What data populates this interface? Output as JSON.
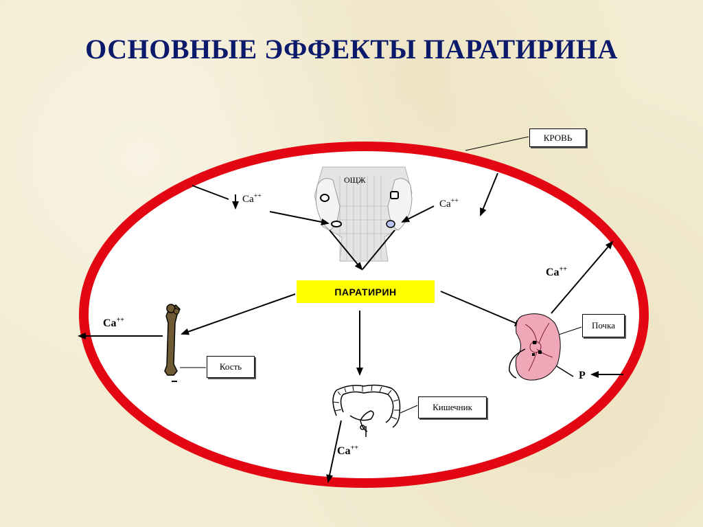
{
  "title": "ОСНОВНЫЕ ЭФФЕКТЫ ПАРАТИРИНА",
  "labels": {
    "blood": "КРОВЬ",
    "gland": "ОЩЖ",
    "hormone": "ПАРАТИРИН",
    "bone": "Кость",
    "kidney": "Почка",
    "intestine": "Кишечник",
    "ca": "Ca",
    "ca_sup": "++",
    "phosphate": "P"
  },
  "colors": {
    "title": "#0c1a6b",
    "vessel": "#e30613",
    "hormone_bg": "#ffff00",
    "kidney": "#f0a8b8",
    "background": "#f3ecd2"
  },
  "icons": [
    "thyroid-gland-icon",
    "femur-bone-icon",
    "kidney-icon",
    "intestine-icon"
  ]
}
